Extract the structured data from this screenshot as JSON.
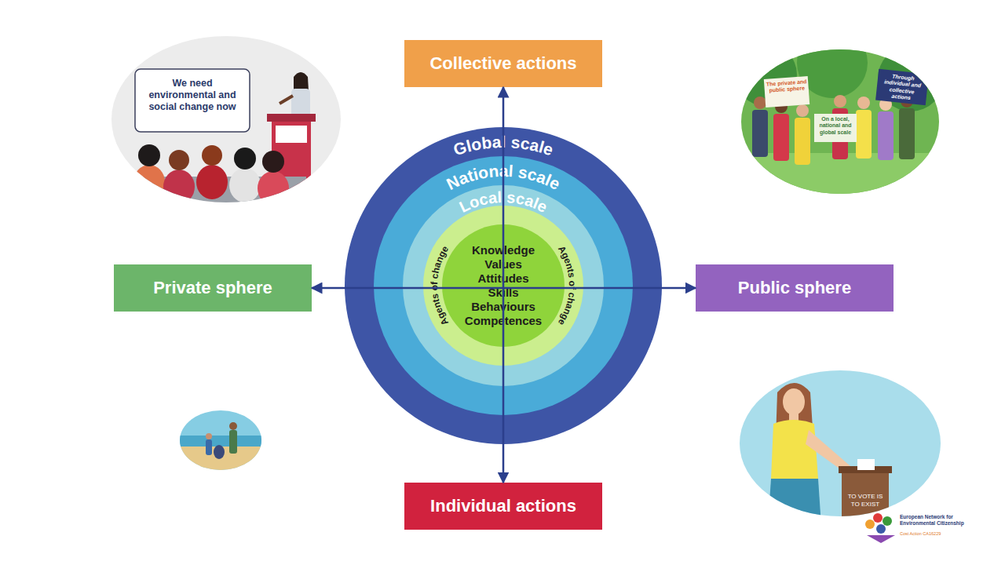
{
  "diagram": {
    "nodes": [
      {
        "text": [
          "Collective actions"
        ]
      },
      {
        "text": [
          "Private sphere"
        ]
      },
      {
        "text": [
          "Global scale"
        ]
      },
      {
        "text": [
          "National scale"
        ],
        "in": 2
      },
      {
        "text": [
          "Local scale"
        ],
        "in": 3
      },
      {
        "text": [
          "Agents of change",
          "Agents of change"
        ],
        "in": 4
      },
      {
        "text": [
          "Knowledge",
          "Values",
          "Attitudes",
          "Skills",
          "Behaviours",
          "Competences"
        ],
        "in": 5
      },
      {
        "text": [
          "Public sphere"
        ]
      },
      {
        "text": [
          "Individual actions"
        ]
      }
    ],
    "edges": [
      {
        "from": 8,
        "to": 0,
        "arrow": "both"
      },
      {
        "from": 1,
        "to": 7,
        "arrow": "both"
      }
    ],
    "labels": [
      "We need environmental and social change now",
      "The private and public sphere",
      "On a local, national and global scale",
      "Through individual and collective actions",
      "TO VOTE IS TO EXIST",
      "European Network for Environmental Citizenship",
      "Cost Action CA16229"
    ]
  }
}
